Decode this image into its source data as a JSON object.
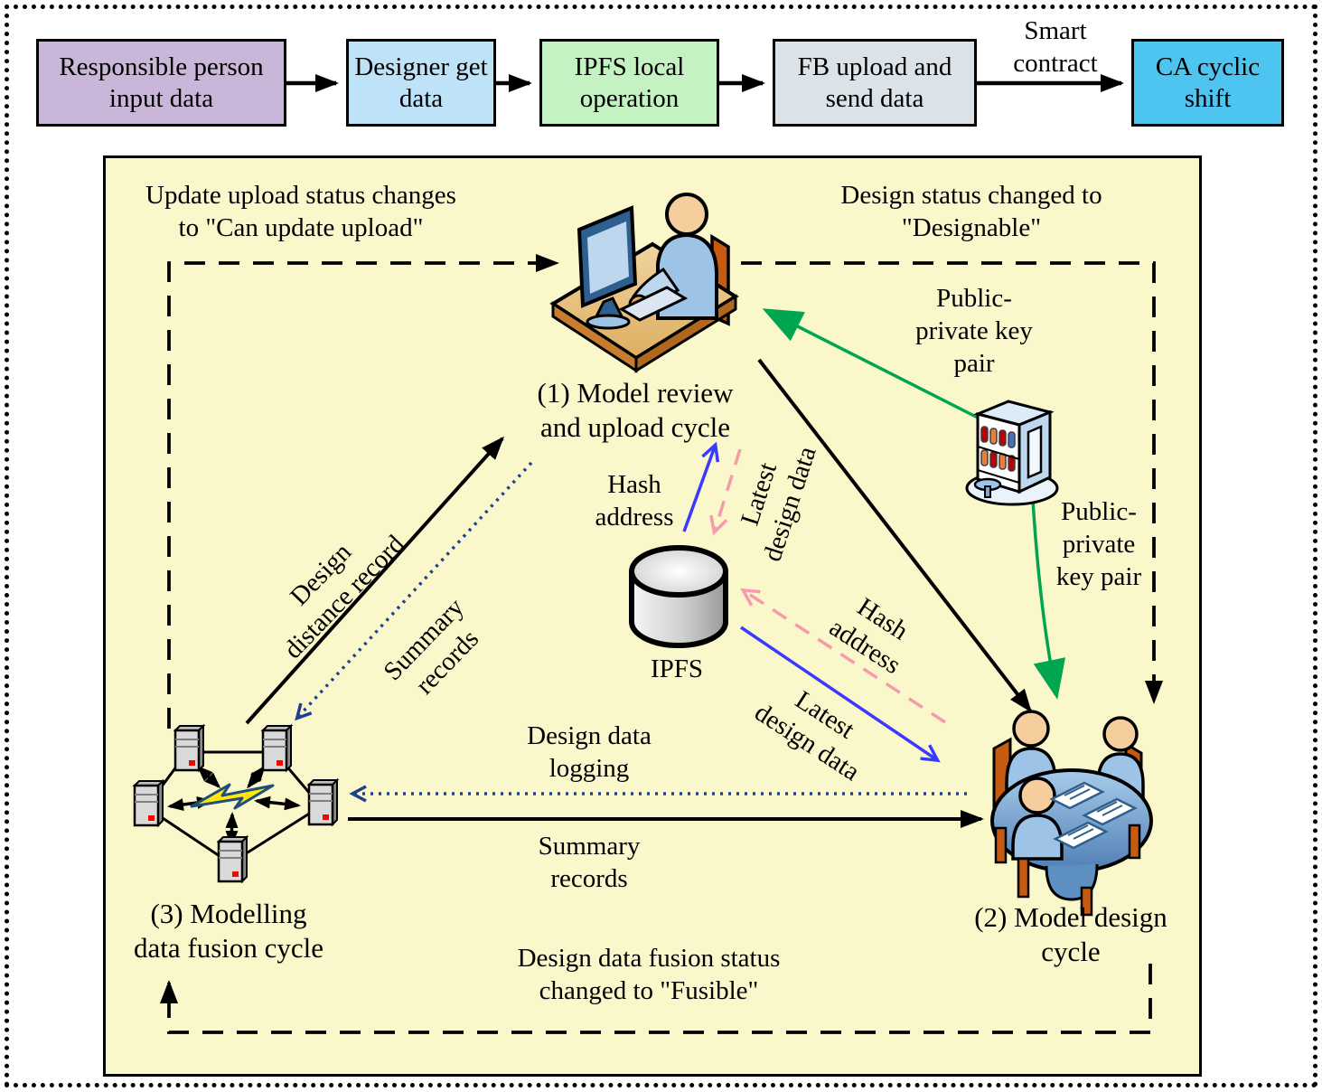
{
  "flow": {
    "boxes": [
      {
        "label": "Responsible person input data",
        "color": "#C9B6D8"
      },
      {
        "label": "Designer get data",
        "color": "#BEE2F8"
      },
      {
        "label": "IPFS local operation",
        "color": "#C5F2C3"
      },
      {
        "label": "FB upload and send data",
        "color": "#DCE3E8"
      },
      {
        "label": "CA cyclic shift",
        "color": "#4DC5F0"
      }
    ],
    "smart_contract": {
      "line1": "Smart",
      "line2": "contract"
    }
  },
  "panel": {
    "background": "#FAF7CB",
    "labels": {
      "update_status": {
        "line1": "Update upload status changes",
        "line2": "to \"Can update upload\""
      },
      "design_status": {
        "line1": "Design status changed to",
        "line2": "\"Designable\""
      },
      "cycle1": {
        "line1": "(1) Model review",
        "line2": "and upload cycle"
      },
      "cycle2": {
        "line1": "(2) Model design",
        "line2": "cycle"
      },
      "cycle3": {
        "line1": "(3) Modelling",
        "line2": "data fusion cycle"
      },
      "pubkey_top": {
        "line1": "Public-",
        "line2": "private key",
        "line3": "pair"
      },
      "pubkey_right": {
        "line1": "Public-",
        "line2": "private",
        "line3": "key pair"
      },
      "hash_up": {
        "line1": "Hash",
        "line2": "address"
      },
      "latest_down": {
        "line1": "Latest",
        "line2": "design data"
      },
      "hash_diag": {
        "line1": "Hash",
        "line2": "address"
      },
      "latest_diag": {
        "line1": "Latest",
        "line2": "design data"
      },
      "design_distance": {
        "line1": "Design",
        "line2": "distance record"
      },
      "summary_diag": {
        "line1": "Summary",
        "line2": "records"
      },
      "design_logging": {
        "line1": "Design data",
        "line2": "logging"
      },
      "summary_horiz": {
        "line1": "Summary",
        "line2": "records"
      },
      "fusion_status": {
        "line1": "Design data fusion status",
        "line2": "changed to \"Fusible\""
      },
      "ipfs": "IPFS"
    },
    "icons": {
      "cycle1": "person-at-computer",
      "cycle2": "meeting-table-with-three-people",
      "cycle3": "p2p-server-network-with-lightning",
      "ipfs": "database-cylinder",
      "certificate_authority": "key-cabinet-building"
    },
    "arrow_colors": {
      "solid_black": "#000000",
      "dashed_black": "#000000",
      "blue_solid": "#3A3AFF",
      "navy_dotted": "#1F3F8F",
      "pink_dashed": "#F59CAC",
      "green": "#00A550"
    }
  }
}
